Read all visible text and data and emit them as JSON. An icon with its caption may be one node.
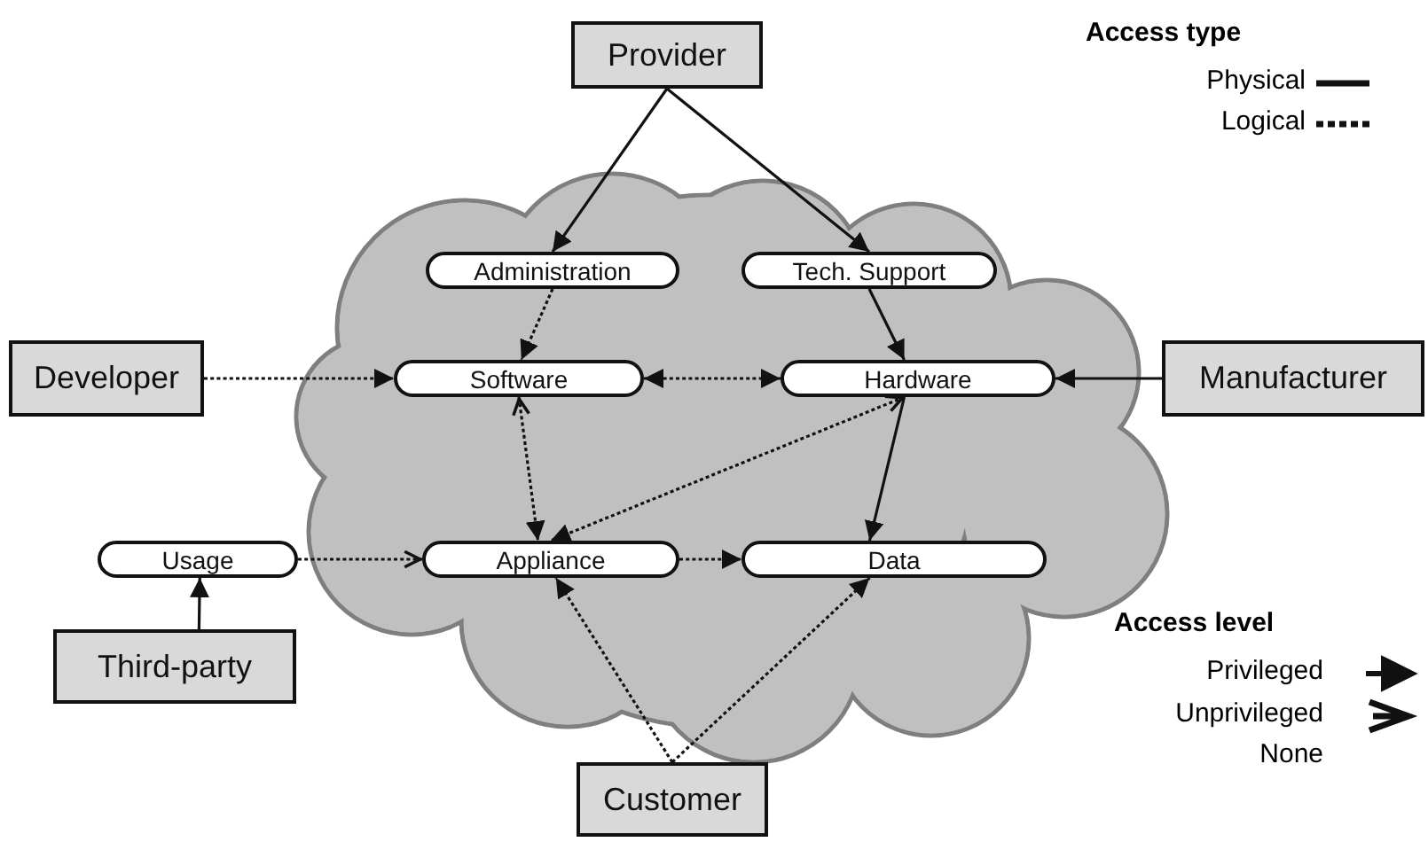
{
  "diagram": {
    "nodes": [
      {
        "text": [
          "Provider"
        ]
      },
      {
        "text": [
          "Administration"
        ]
      },
      {
        "text": [
          "Tech. Support"
        ]
      },
      {
        "text": [
          "Developer"
        ]
      },
      {
        "text": [
          "Software"
        ]
      },
      {
        "text": [
          "Hardware"
        ]
      },
      {
        "text": [
          "Manufacturer"
        ]
      },
      {
        "text": [
          "Usage"
        ]
      },
      {
        "text": [
          "Appliance"
        ]
      },
      {
        "text": [
          "Data"
        ]
      },
      {
        "text": [
          "Third-party"
        ]
      },
      {
        "text": [
          "Customer"
        ]
      }
    ],
    "edges": [
      {
        "from": 0,
        "to": 1,
        "arrow": "to"
      },
      {
        "from": 0,
        "to": 2,
        "arrow": "to"
      },
      {
        "from": 1,
        "to": 4,
        "arrow": "to",
        "style": "dashed"
      },
      {
        "from": 2,
        "to": 5,
        "arrow": "to"
      },
      {
        "from": 3,
        "to": 4,
        "arrow": "to",
        "style": "dashed"
      },
      {
        "from": 4,
        "to": 5,
        "arrow": "both",
        "style": "dashed"
      },
      {
        "from": 6,
        "to": 5,
        "arrow": "to"
      },
      {
        "from": 4,
        "to": 8,
        "arrow": "both",
        "style": "dashed"
      },
      {
        "from": 5,
        "to": 8,
        "arrow": "both",
        "style": "dashed"
      },
      {
        "from": 5,
        "to": 9,
        "arrow": "to"
      },
      {
        "from": 7,
        "to": 8,
        "arrow": "to",
        "style": "dashed"
      },
      {
        "from": 8,
        "to": 9,
        "arrow": "to",
        "style": "dashed"
      },
      {
        "from": 10,
        "to": 7,
        "arrow": "to"
      },
      {
        "from": 11,
        "to": 8,
        "arrow": "to",
        "style": "dashed"
      },
      {
        "from": 11,
        "to": 9,
        "arrow": "to",
        "style": "dashed"
      }
    ],
    "labels": [
      "Access type",
      "Access level"
    ],
    "legend": [
      {
        "text": "Physical"
      },
      {
        "text": "Logical"
      },
      {
        "text": "Privileged"
      },
      {
        "text": "Unprivileged"
      },
      {
        "text": "None"
      }
    ]
  }
}
